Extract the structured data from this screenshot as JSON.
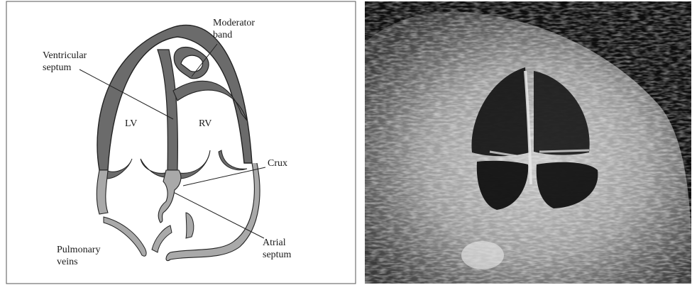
{
  "diagram": {
    "labels": {
      "moderator_band": [
        "Moderator",
        "band"
      ],
      "ventricular_septum": [
        "Ventricular",
        "septum"
      ],
      "lv": "LV",
      "rv": "RV",
      "crux": "Crux",
      "atrial_septum": [
        "Atrial",
        "septum"
      ],
      "pulmonary_veins": [
        "Pulmonary",
        "veins"
      ]
    }
  },
  "colors": {
    "wall_dark": "#6b6b6b",
    "wall_light": "#a9a9a9",
    "outline": "#222222",
    "frame": "#555555",
    "echo_background": "#0d0d0d"
  }
}
